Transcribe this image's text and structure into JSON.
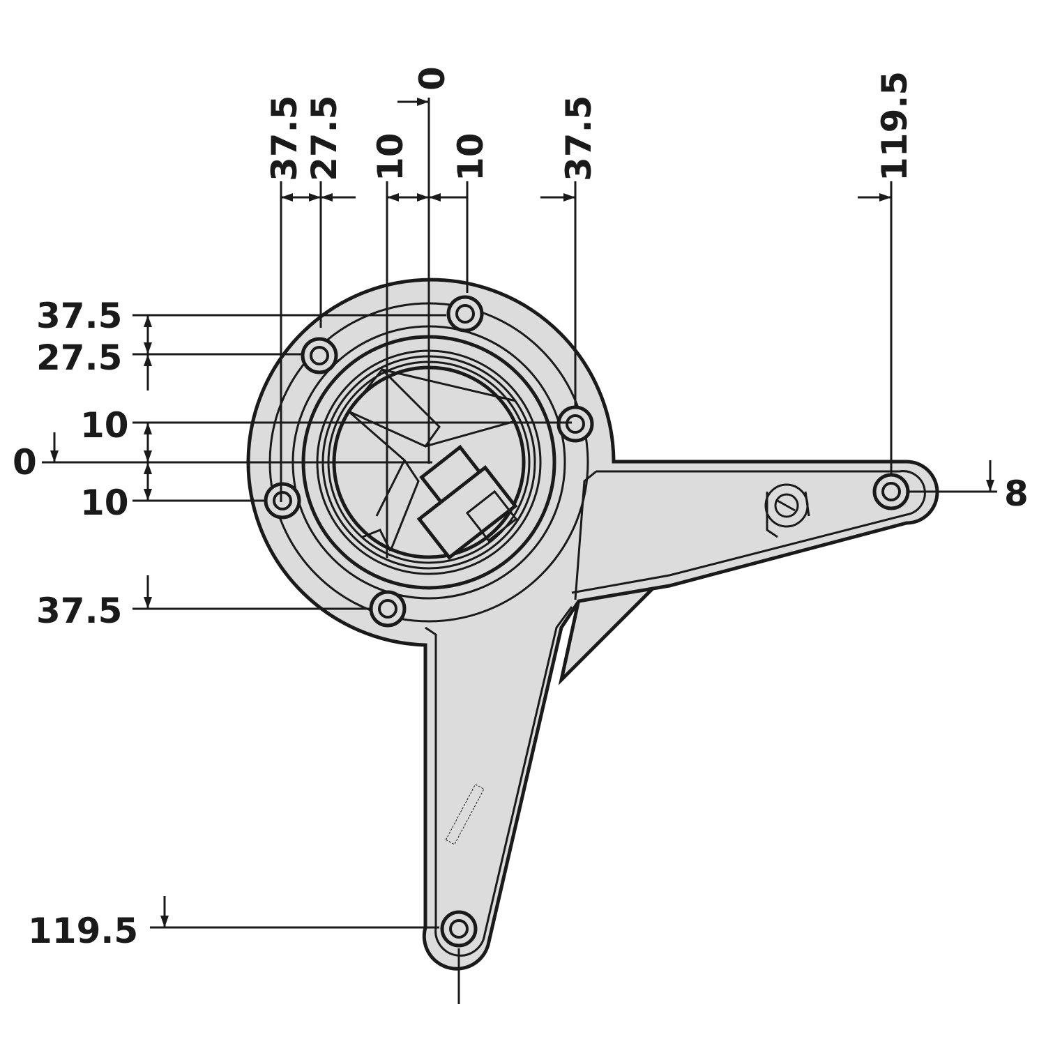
{
  "dimensions": {
    "top": {
      "d1": "37.5",
      "d2": "27.5",
      "d3": "10",
      "d4": "10",
      "d5": "0",
      "d6": "37.5",
      "d7": "119.5"
    },
    "left": {
      "d1": "37.5",
      "d2": "27.5",
      "d3": "10",
      "d4": "0",
      "d5": "10",
      "d6": "37.5",
      "d7": "119.5"
    },
    "right": {
      "d1": "8"
    }
  },
  "colors": {
    "part": "#dcdcdc",
    "ink": "#1a1a1a",
    "background": "#ffffff"
  }
}
